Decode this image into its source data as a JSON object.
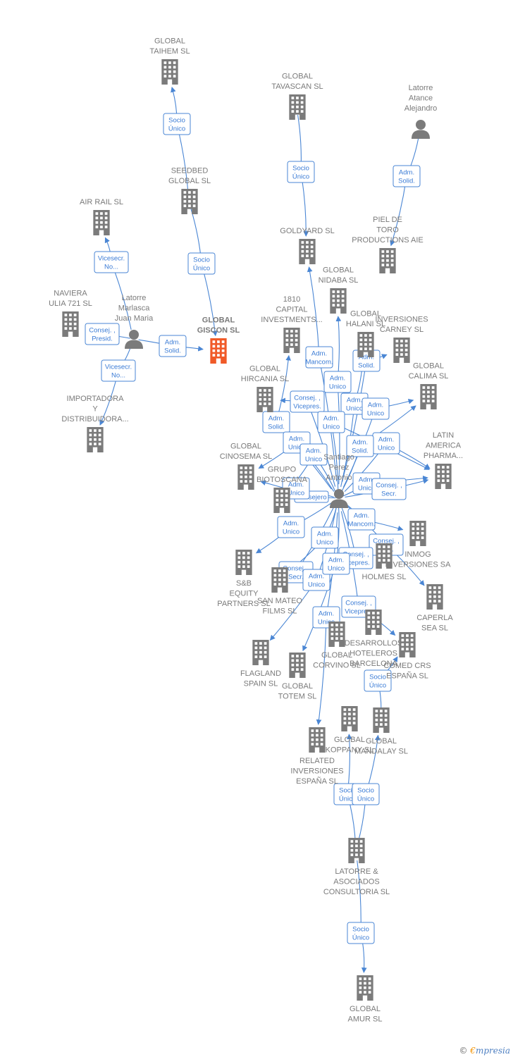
{
  "colors": {
    "edge": "#4a86d4",
    "node": "#7b7b7b",
    "main_node": "#f05a28",
    "label": "#7a7a7a"
  },
  "nodes": [
    {
      "id": "taihem",
      "type": "company",
      "label": [
        "GLOBAL",
        "TAIHEM SL"
      ]
    },
    {
      "id": "tavascan",
      "type": "company",
      "label": [
        "GLOBAL",
        "TAVASCAN SL"
      ]
    },
    {
      "id": "latorre_atance",
      "type": "person",
      "label": [
        "Latorre",
        "Atance",
        "Alejandro"
      ]
    },
    {
      "id": "seedbed",
      "type": "company",
      "label": [
        "SEEDBED",
        "GLOBAL SL"
      ]
    },
    {
      "id": "goldyard",
      "type": "company",
      "label": [
        "GOLDYARD SL"
      ]
    },
    {
      "id": "piel",
      "type": "company",
      "label": [
        "PIEL DE",
        "TORO",
        "PRODUCTIONS AIE"
      ]
    },
    {
      "id": "airrail",
      "type": "company",
      "label": [
        "AIR RAIL SL"
      ]
    },
    {
      "id": "nidaba",
      "type": "company",
      "label": [
        "GLOBAL",
        "NIDABA SL"
      ]
    },
    {
      "id": "naviera",
      "type": "company",
      "label": [
        "NAVIERA",
        "ULIA 721 SL"
      ]
    },
    {
      "id": "latorre_marlasca",
      "type": "person",
      "label": [
        "Latorre",
        "Marlasca",
        "Juan Maria"
      ]
    },
    {
      "id": "giscon",
      "type": "main",
      "label": [
        "GLOBAL",
        "GISCON SL"
      ]
    },
    {
      "id": "capital1810",
      "type": "company",
      "label": [
        "1810",
        "CAPITAL",
        "INVESTMENTS..."
      ]
    },
    {
      "id": "halani",
      "type": "company",
      "label": [
        "GLOBAL",
        "HALANI SL"
      ]
    },
    {
      "id": "carney",
      "type": "company",
      "label": [
        "INVERSIONES",
        "CARNEY SL"
      ]
    },
    {
      "id": "hircania",
      "type": "company",
      "label": [
        "GLOBAL",
        "HIRCANIA SL"
      ]
    },
    {
      "id": "calima",
      "type": "company",
      "label": [
        "GLOBAL",
        "CALIMA SL"
      ]
    },
    {
      "id": "importadora",
      "type": "company",
      "label": [
        "IMPORTADORA",
        "Y",
        "DISTRIBUIDORA..."
      ]
    },
    {
      "id": "cinosema",
      "type": "company",
      "label": [
        "GLOBAL",
        "CINOSEMA SL"
      ]
    },
    {
      "id": "biotoscana",
      "type": "company",
      "label": [
        "GRUPO",
        "BIOTOSCANA"
      ]
    },
    {
      "id": "latam",
      "type": "company",
      "label": [
        "LATIN",
        "AMERICA",
        "PHARMA..."
      ]
    },
    {
      "id": "santiago",
      "type": "person",
      "label": [
        "Santiago",
        "Perez",
        "Antonio"
      ]
    },
    {
      "id": "sb",
      "type": "company",
      "label": [
        "S&B",
        "EQUITY",
        "PARTNERS SL"
      ]
    },
    {
      "id": "sanmateo",
      "type": "company",
      "label": [
        "SAN MATEO",
        "FILMS SL"
      ]
    },
    {
      "id": "inmog",
      "type": "company",
      "label": [
        "INMOG",
        "INVERSIONES SA"
      ]
    },
    {
      "id": "holmes",
      "type": "company",
      "label": [
        "HOLMES SL"
      ]
    },
    {
      "id": "caperla",
      "type": "company",
      "label": [
        "CAPERLA",
        "SEA SL"
      ]
    },
    {
      "id": "flagland",
      "type": "company",
      "label": [
        "FLAGLAND",
        "SPAIN SL"
      ]
    },
    {
      "id": "totem",
      "type": "company",
      "label": [
        "GLOBAL",
        "TOTEM SL"
      ]
    },
    {
      "id": "corvino",
      "type": "company",
      "label": [
        "GLOBAL",
        "CORVINO SL"
      ]
    },
    {
      "id": "desarrollos",
      "type": "company",
      "label": [
        "DESARROLLOS",
        "HOTELEROS",
        "BARCELONA"
      ]
    },
    {
      "id": "comed",
      "type": "company",
      "label": [
        "COMED CRS",
        "ESPAÑA SL"
      ]
    },
    {
      "id": "koppany",
      "type": "company",
      "label": [
        "GLOBAL",
        "KOPPANY SL"
      ]
    },
    {
      "id": "mandalay",
      "type": "company",
      "label": [
        "GLOBAL",
        "MANDALAY SL"
      ]
    },
    {
      "id": "related",
      "type": "company",
      "label": [
        "RELATED",
        "INVERSIONES",
        "ESPAÑA SL"
      ]
    },
    {
      "id": "latorre_asoc",
      "type": "company",
      "label": [
        "LATORRE &",
        "ASOCIADOS",
        "CONSULTORIA SL"
      ]
    },
    {
      "id": "amur",
      "type": "company",
      "label": [
        "GLOBAL",
        "AMUR SL"
      ]
    }
  ],
  "edge_labels": [
    [
      "Socio",
      "Único"
    ],
    [
      "Socio",
      "Único"
    ],
    [
      "Adm.",
      "Solid."
    ],
    [
      "Socio",
      "Único"
    ],
    [
      "Vicesecr.",
      "No..."
    ],
    [
      "Consej. ,",
      "Presid."
    ],
    [
      "Adm.",
      "Solid."
    ],
    [
      "Vicesecr.",
      "No..."
    ],
    [
      "Adm.",
      "Mancom."
    ],
    [
      "Adm.",
      "Solid."
    ],
    [
      "Adm.",
      "Unico"
    ],
    [
      "Consej. ,",
      "Vicepres."
    ],
    [
      "Adm.",
      "Unico"
    ],
    [
      "Adm.",
      "Unico"
    ],
    [
      "Adm.",
      "Solid."
    ],
    [
      "Adm.",
      "Unico"
    ],
    [
      "Adm.",
      "Unico"
    ],
    [
      "Adm.",
      "Unico"
    ],
    [
      "Adm.",
      "Unico"
    ],
    [
      "Adm.",
      "Solid."
    ],
    [
      "Adm.",
      "Unico"
    ],
    [
      "Consej. ,",
      "Secr."
    ],
    [
      "Consejero"
    ],
    [
      "Adm.",
      "Unico"
    ],
    [
      "Adm.",
      "Mancom."
    ],
    [
      "Adm.",
      "Unico"
    ],
    [
      "Adm.",
      "Unico"
    ],
    [
      "Consej. ,",
      "Secr."
    ],
    [
      "Consej. ,",
      "Vicepres."
    ],
    [
      "Consej. ,",
      "Secr."
    ],
    [
      "Adm.",
      "Unico"
    ],
    [
      "Adm.",
      "Unico"
    ],
    [
      "Consej. ,",
      "Vicepres."
    ],
    [
      "Adm.",
      "Unico"
    ],
    [
      "Socio",
      "Único"
    ],
    [
      "Socio",
      "Único"
    ],
    [
      "Socio",
      "Único"
    ],
    [
      "Socio",
      "Único"
    ]
  ],
  "footer": {
    "copyright": "©",
    "brand_first": "€",
    "brand_rest": "mpresia"
  }
}
